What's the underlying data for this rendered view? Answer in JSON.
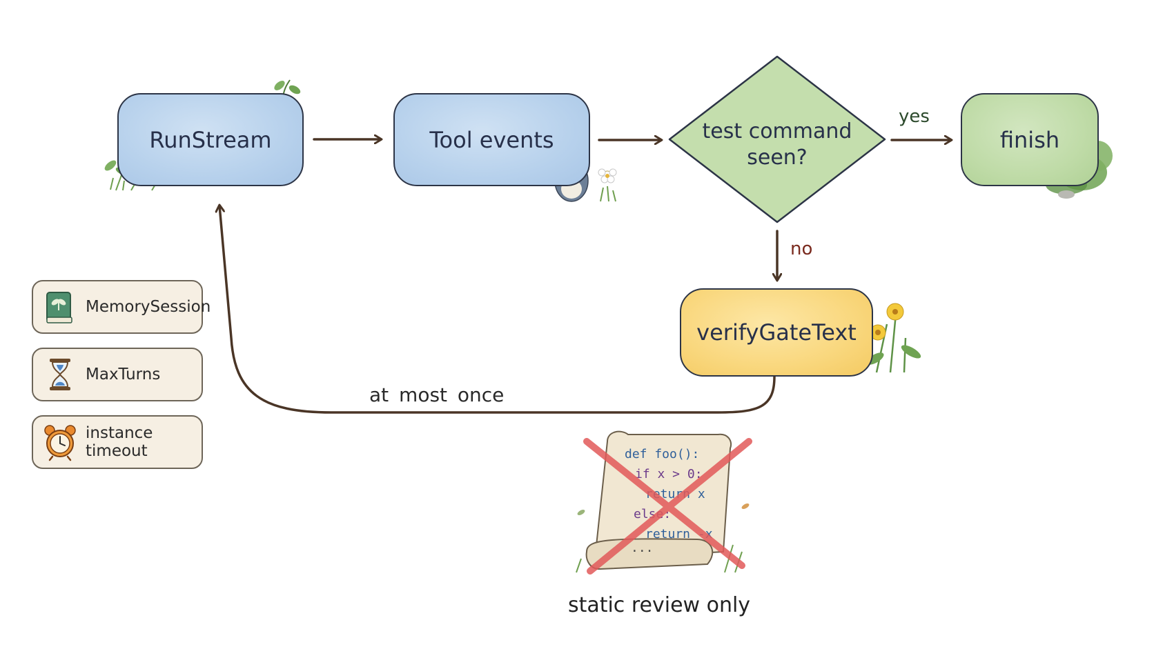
{
  "nodes": {
    "run_stream": "RunStream",
    "tool_events": "Tool events",
    "decision": "test command\nseen?",
    "finish": "finish",
    "verify_gate": "verifyGateText"
  },
  "edges": {
    "yes_label": "yes",
    "no_label": "no",
    "loop_label": "at most once"
  },
  "legend": {
    "items": [
      {
        "label": "MemorySession",
        "icon": "book-icon"
      },
      {
        "label": "MaxTurns",
        "icon": "hourglass-icon"
      },
      {
        "label": "instance timeout",
        "icon": "alarm-clock-icon"
      }
    ]
  },
  "scroll": {
    "code_lines": [
      "def foo():",
      "if x > 0:",
      "return x",
      "else:",
      "return -x",
      "..."
    ],
    "caption": "static review only",
    "icon": "rejected-scroll-icon"
  },
  "colors": {
    "blue_node": "#b7d1ec",
    "green_node": "#bfdba7",
    "yellow_node": "#f9d77d",
    "arrow": "#4a3526",
    "no_label": "#7a2a1e",
    "yes_label": "#2c4a2c",
    "cross": "#e25a5a"
  }
}
